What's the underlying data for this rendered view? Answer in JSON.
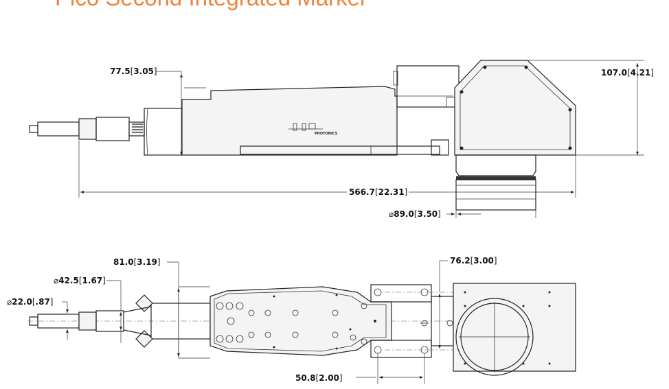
{
  "title": "Pico Second Integrated Marker",
  "brand_color": "#f0833a",
  "side_view": {
    "height_front": "77.5",
    "height_front_in": "3.05",
    "height_total": "107.0",
    "height_total_in": "4.21",
    "overall_length": "566.7",
    "overall_length_in": "22.31",
    "lens_dia": "89.0",
    "lens_dia_in": "3.50",
    "dia_symbol": "⌀",
    "logo_text": "PHOTONICS"
  },
  "top_view": {
    "dia_collimator": "42.5",
    "dia_collimator_in": "1.67",
    "dia_fiber": "22.0",
    "dia_fiber_in": ".87",
    "width_body": "81.0",
    "width_body_in": "3.19",
    "mount_spacing": "76.2",
    "mount_spacing_in": "3.00",
    "mount_offset": "50.8",
    "mount_offset_in": "2.00"
  }
}
